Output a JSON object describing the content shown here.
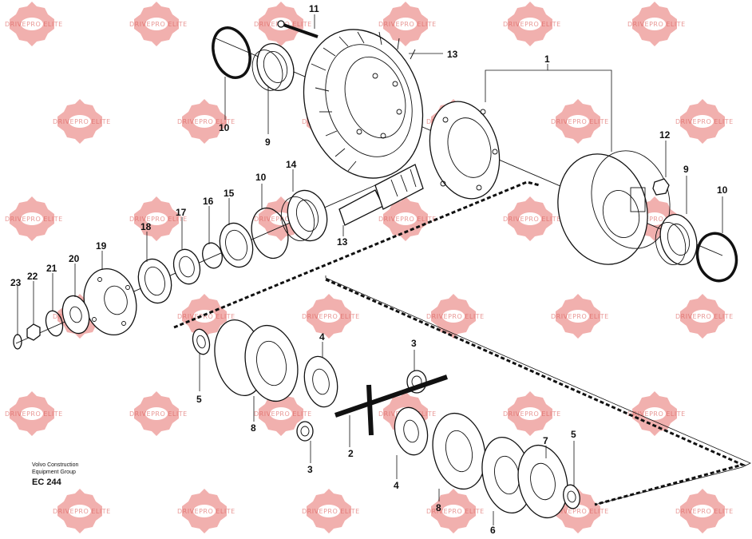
{
  "watermark": {
    "text": "DRIVEPRO ELITE",
    "color": "#e0504c"
  },
  "brand": {
    "line1": "Volvo Construction",
    "line2": "Equipment Group",
    "code": "EC 244"
  },
  "callouts": [
    "1",
    "2",
    "3",
    "3",
    "4",
    "4",
    "5",
    "5",
    "6",
    "7",
    "8",
    "8",
    "9",
    "9",
    "10",
    "10",
    "10",
    "11",
    "12",
    "13",
    "13",
    "14",
    "15",
    "16",
    "17",
    "18",
    "19",
    "20",
    "21",
    "22",
    "23"
  ]
}
